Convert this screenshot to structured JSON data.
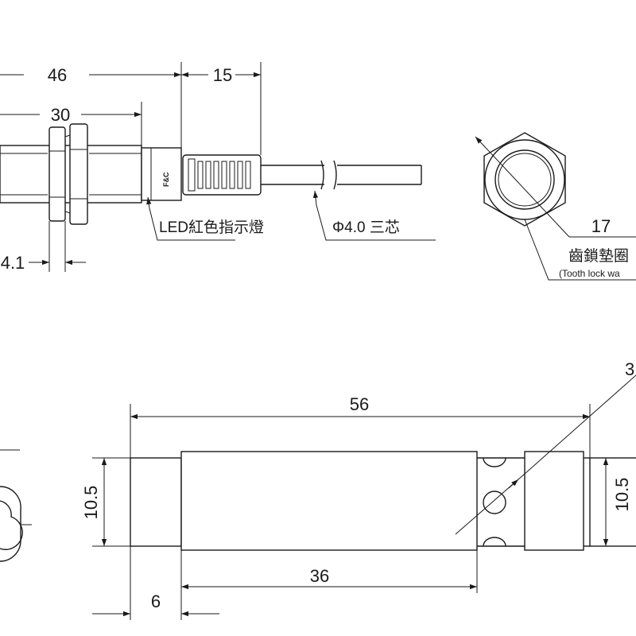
{
  "top_view": {
    "dim_total_length": "46",
    "dim_cable_section": "15",
    "dim_thread_length": "30",
    "dim_nut_thickness": "4.1",
    "brand_mark": "F&C",
    "led_label": "LED紅色指示燈",
    "cable_label": "Φ4.0 三芯"
  },
  "end_view": {
    "dim_across_flats": "17",
    "washer_label_cn": "齒鎖墊圈",
    "washer_label_en": "(Tooth lock wa"
  },
  "bracket_view": {
    "dim_overall_length": "56",
    "dim_body_length": "36",
    "dim_offset": "6",
    "dim_height_left": "10.5",
    "dim_height_right": "10.5",
    "dim_hole_diameter": "3"
  }
}
